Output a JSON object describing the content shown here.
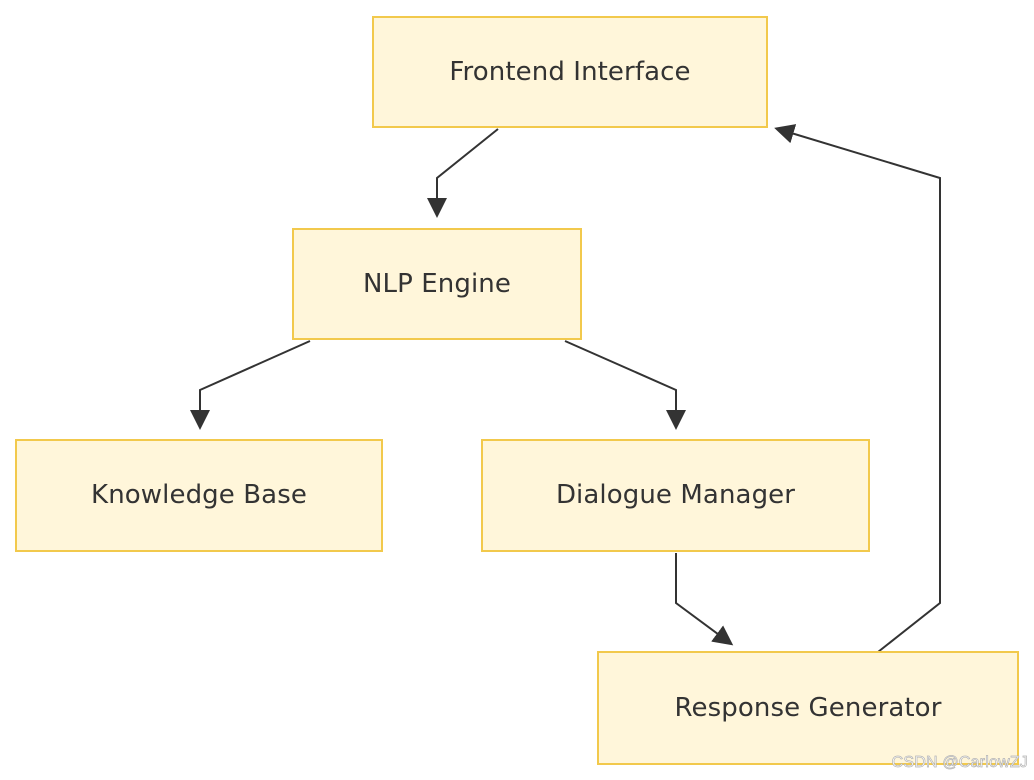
{
  "diagram": {
    "nodes": [
      {
        "id": "frontend",
        "label": "Frontend Interface"
      },
      {
        "id": "nlp",
        "label": "NLP Engine"
      },
      {
        "id": "knowledge",
        "label": "Knowledge Base"
      },
      {
        "id": "dialogue",
        "label": "Dialogue Manager"
      },
      {
        "id": "response",
        "label": "Response Generator"
      }
    ],
    "edges": [
      {
        "from": "frontend",
        "to": "nlp"
      },
      {
        "from": "nlp",
        "to": "knowledge"
      },
      {
        "from": "nlp",
        "to": "dialogue"
      },
      {
        "from": "dialogue",
        "to": "response"
      },
      {
        "from": "response",
        "to": "frontend"
      }
    ]
  },
  "watermark": "CSDN @CarlowZJ",
  "colors": {
    "node_fill": "#fff6da",
    "node_border": "#f2c94c",
    "edge": "#333333",
    "text": "#333333"
  }
}
